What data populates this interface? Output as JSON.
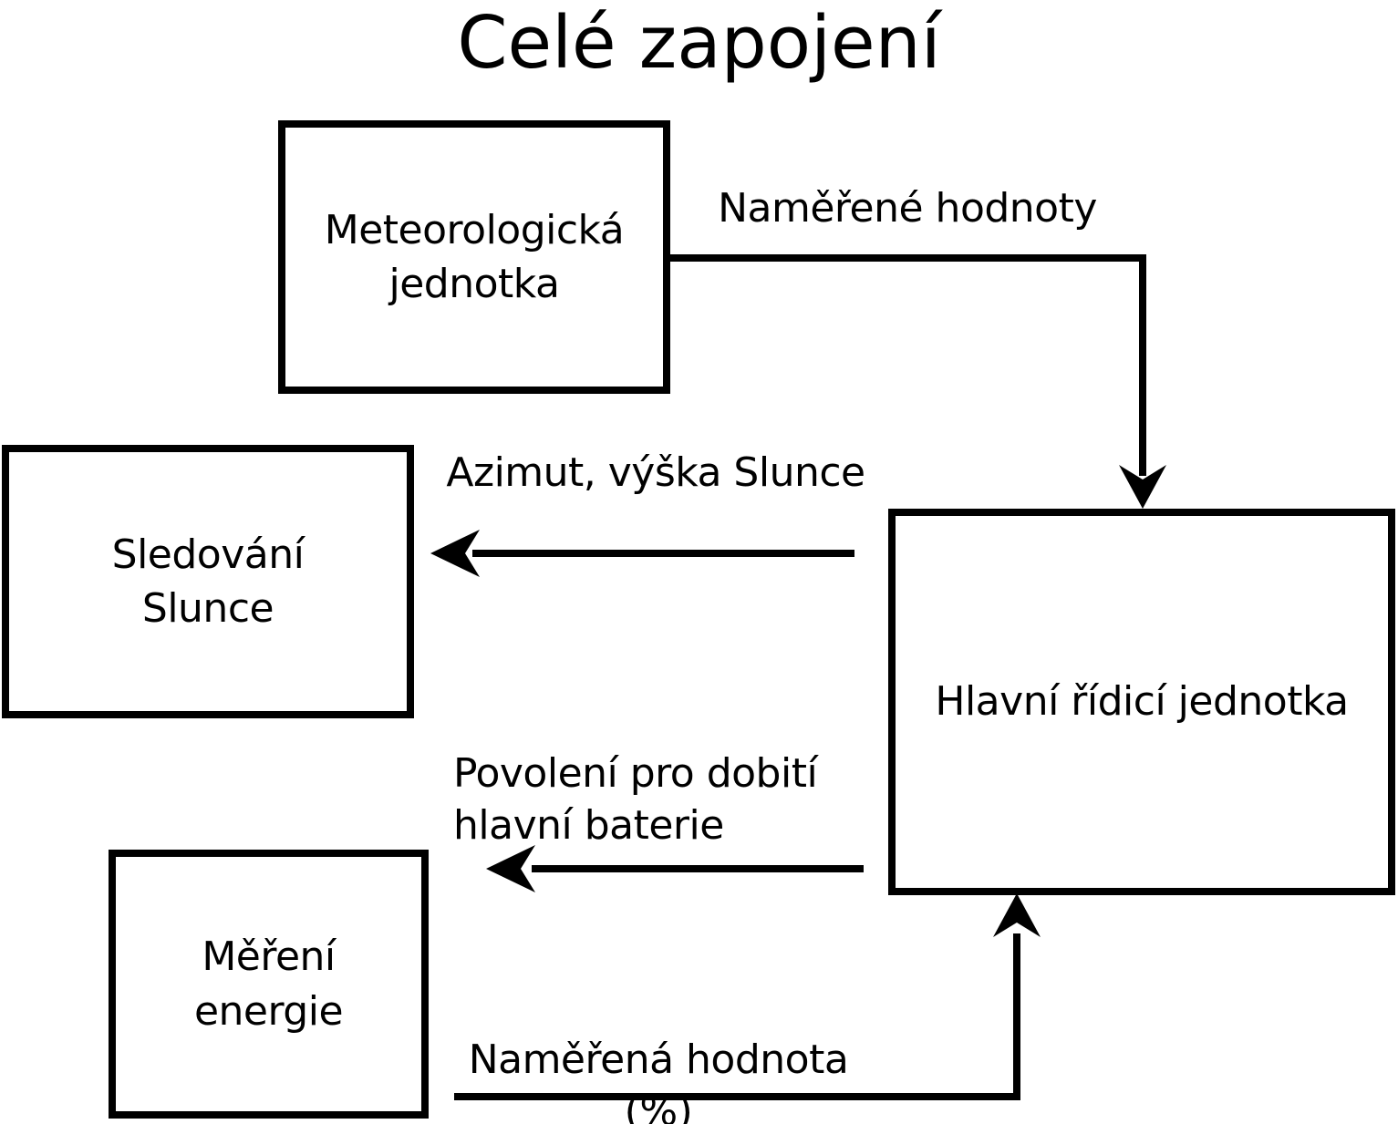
{
  "title": "Celé zapojení",
  "diagram": {
    "type": "block-diagram",
    "background_color": "#ffffff",
    "line_color": "#000000",
    "text_color": "#000000",
    "nodes": [
      {
        "id": "meteo",
        "label": "Meteorologická\njednotka"
      },
      {
        "id": "sun_tracking",
        "label": "Sledování\nSlunce"
      },
      {
        "id": "energy",
        "label": "Měření\nenergie"
      },
      {
        "id": "main_control",
        "label": "Hlavní řídicí jednotka"
      }
    ],
    "edges": [
      {
        "from": "meteo",
        "to": "main_control",
        "label": "Naměřené hodnoty"
      },
      {
        "from": "main_control",
        "to": "sun_tracking",
        "label": "Azimut, výška Slunce"
      },
      {
        "from": "main_control",
        "to": "left",
        "label": "Povolení pro dobití\nhlavní baterie"
      },
      {
        "from": "energy",
        "to": "main_control",
        "label": "Naměřená hodnota (%)"
      }
    ]
  }
}
